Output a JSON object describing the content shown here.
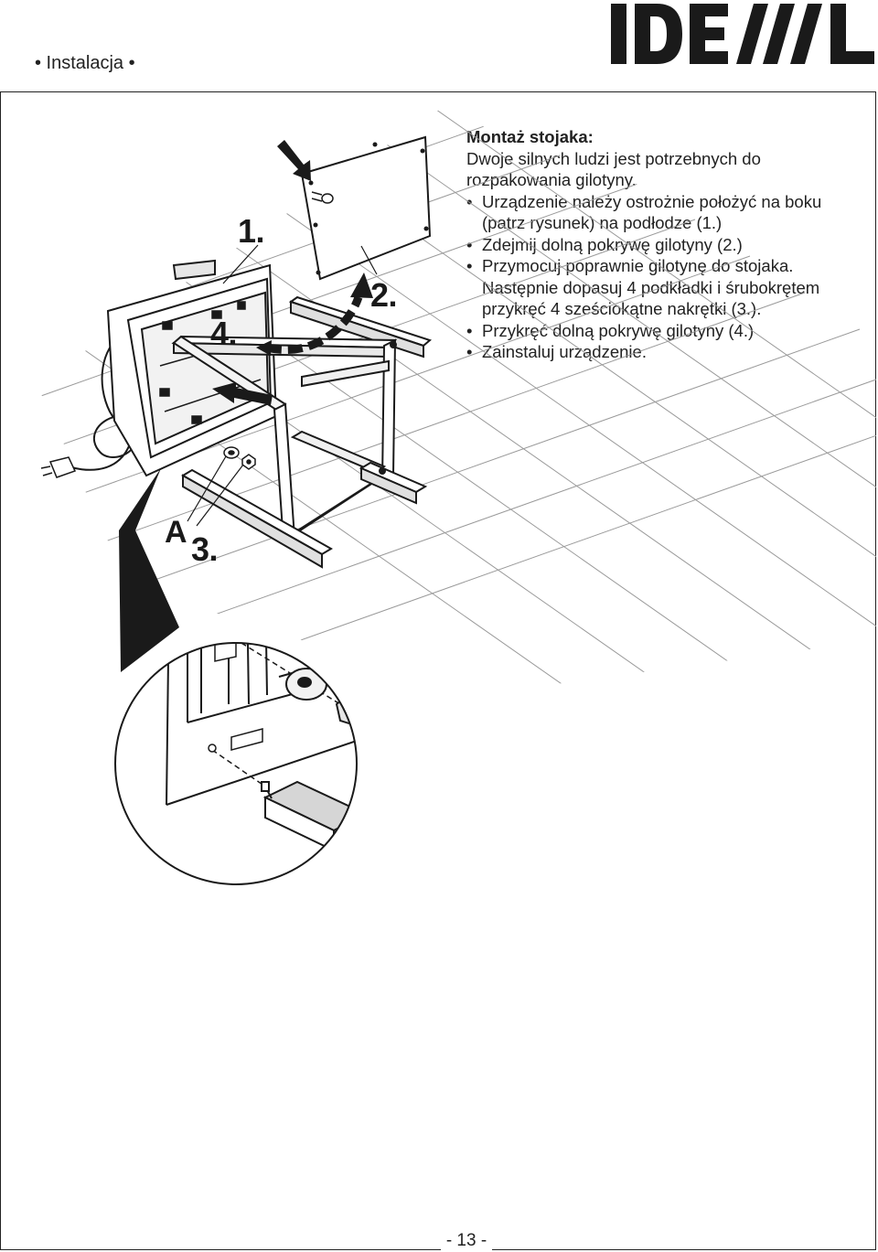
{
  "header": {
    "section_title": "• Instalacja •",
    "brand": "IDEAL"
  },
  "instructions": {
    "title": "Montaż stojaka:",
    "intro_lines": [
      "Dwoje silnych ludzi jest potrzebnych do",
      "rozpakowania gilotyny."
    ],
    "steps": [
      {
        "bullet": "•",
        "lines": [
          "Urządzenie należy ostrożnie położyć na boku",
          "(patrz rysunek) na podłodze (1.)"
        ]
      },
      {
        "bullet": "•",
        "lines": [
          "Zdejmij dolną pokrywę gilotyny (2.)"
        ]
      },
      {
        "bullet": "•",
        "lines": [
          "Przymocuj poprawnie gilotynę do stojaka.",
          "Następnie dopasuj 4 podkładki i śrubokrętem",
          "przykręć 4 sześciokątne nakrętki (3.)."
        ]
      },
      {
        "bullet": "•",
        "lines": [
          "Przykręć dolną pokrywę gilotyny (4.)"
        ]
      },
      {
        "bullet": "•",
        "lines": [
          "Zainstaluj urządzenie."
        ]
      }
    ]
  },
  "figure": {
    "labels": {
      "step1": "1.",
      "step2": "2.",
      "step3": "3.",
      "step4": "4.",
      "detail": "A"
    }
  },
  "footer": {
    "page_number": "- 13 -"
  },
  "colors": {
    "ink": "#1a1a1a",
    "floor_grid": "#9a9a9a",
    "panel_gray": "#cfcfcf"
  }
}
